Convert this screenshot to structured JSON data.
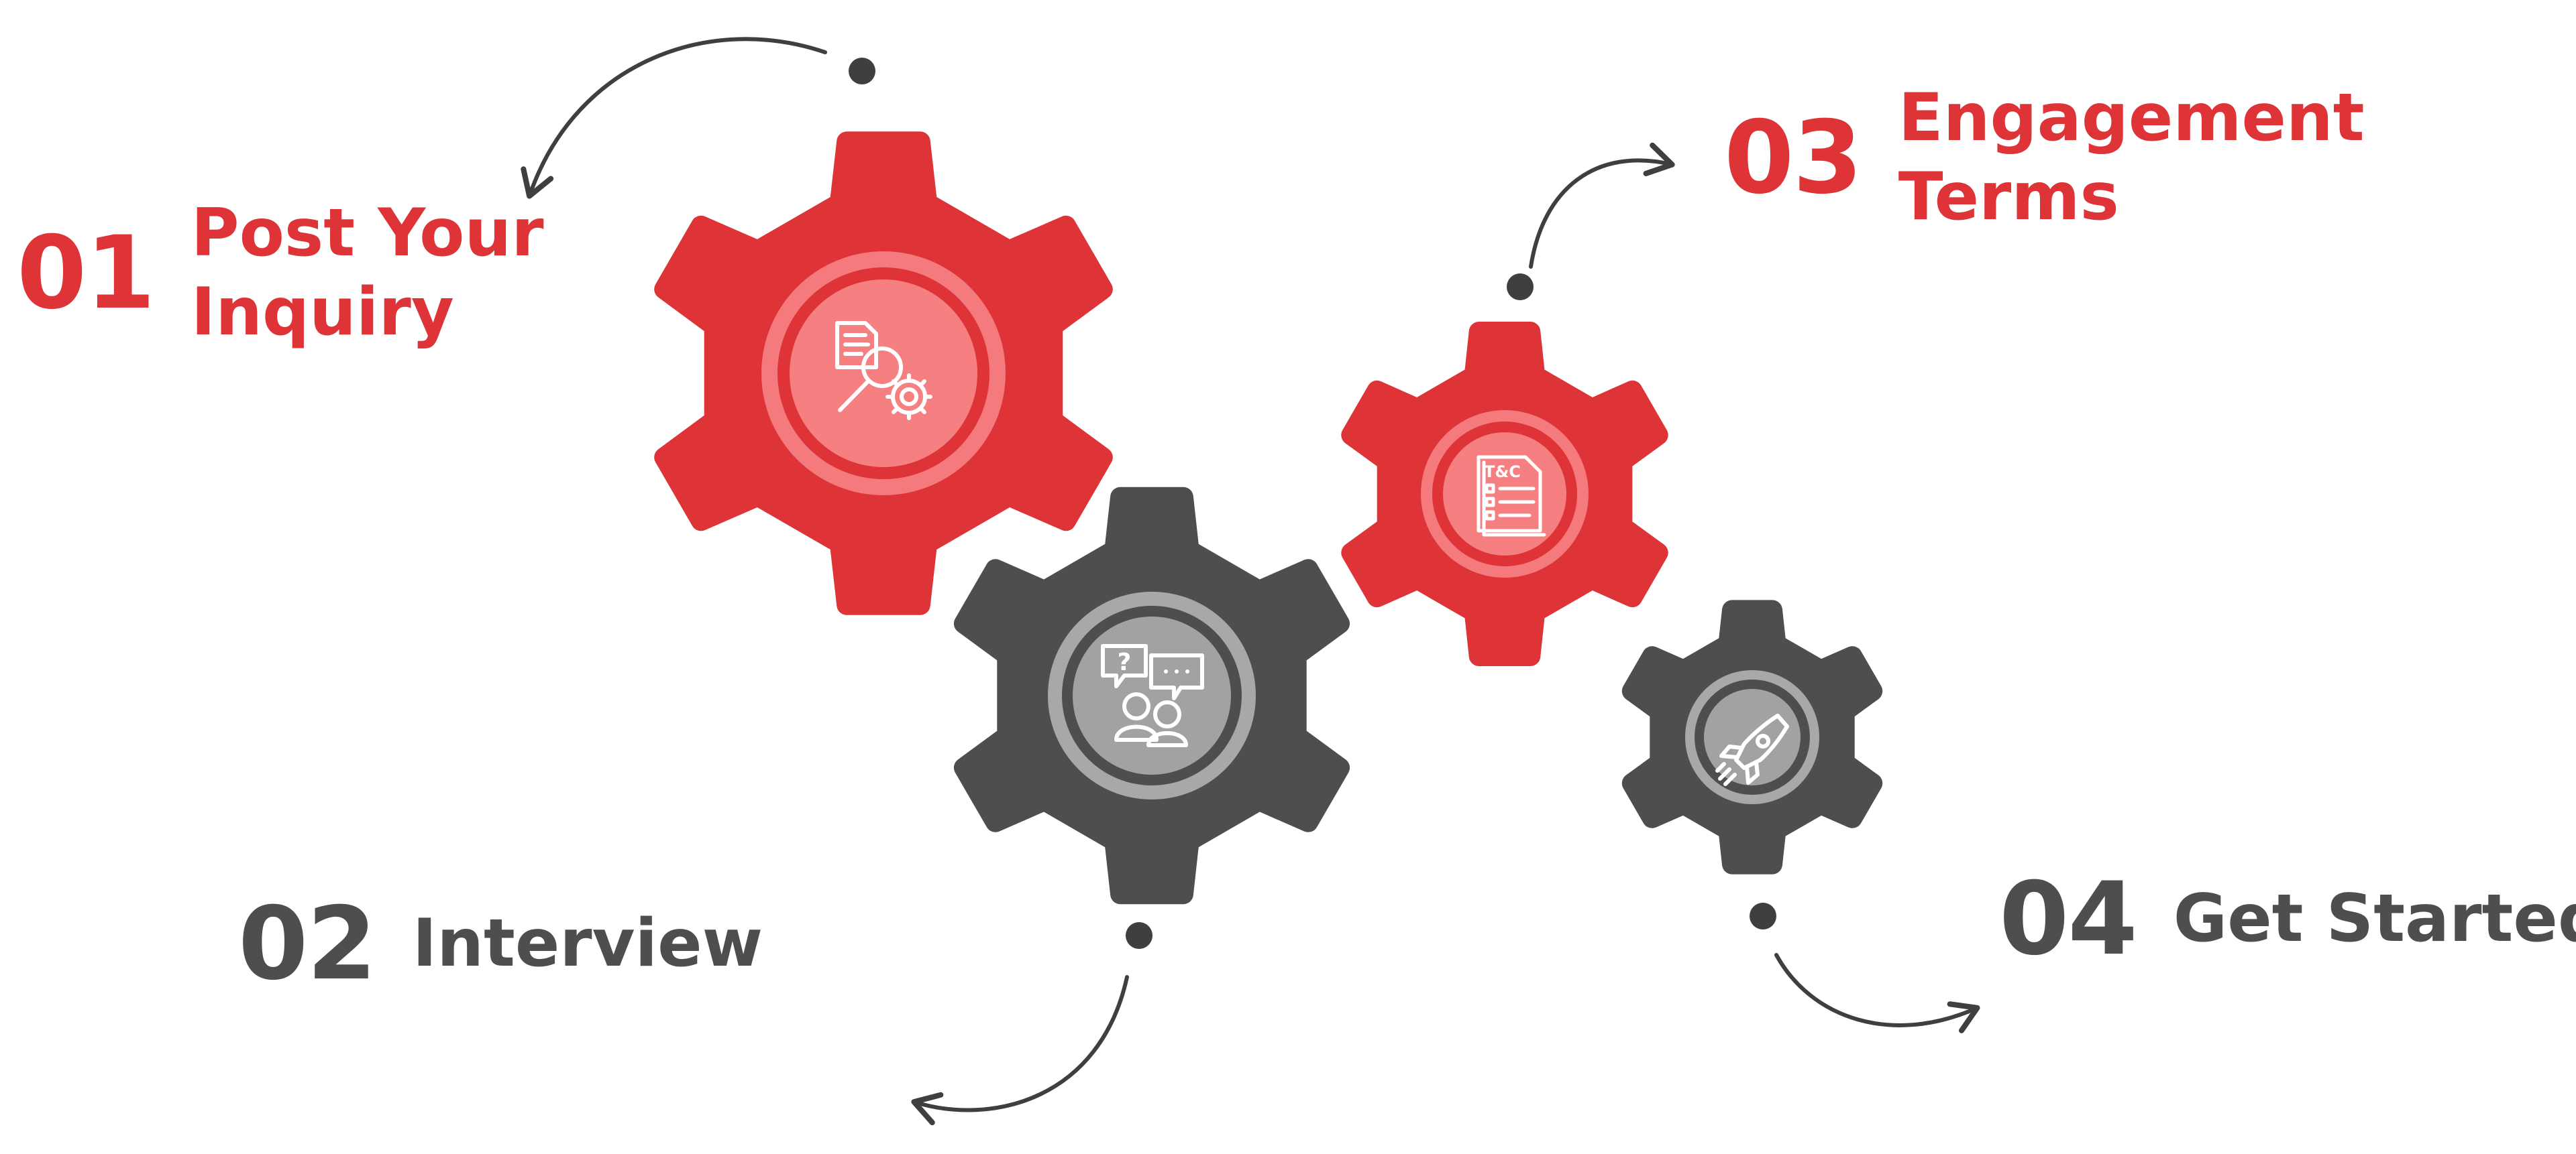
{
  "colors": {
    "red": "#DE3337",
    "red_ring": "#F47A7D",
    "red_center": "#F67F81",
    "dark": "#4E4E4E",
    "gray_ring": "#A8A8A8",
    "gray_center": "#A2A2A2",
    "white": "#FFFFFF"
  },
  "steps": [
    {
      "number": "01",
      "title_lines": [
        "Post Your",
        "Inquiry"
      ],
      "color": "#DE3337",
      "icon": "document-search-gear-icon"
    },
    {
      "number": "02",
      "title_lines": [
        "Interview"
      ],
      "color": "#4E4E4E",
      "icon": "conversation-people-icon"
    },
    {
      "number": "03",
      "title_lines": [
        "Engagement",
        "Terms"
      ],
      "color": "#DE3337",
      "icon": "terms-and-conditions-icon",
      "icon_text": "T&C"
    },
    {
      "number": "04",
      "title_lines": [
        "Get Started"
      ],
      "color": "#4E4E4E",
      "icon": "rocket-icon"
    }
  ]
}
